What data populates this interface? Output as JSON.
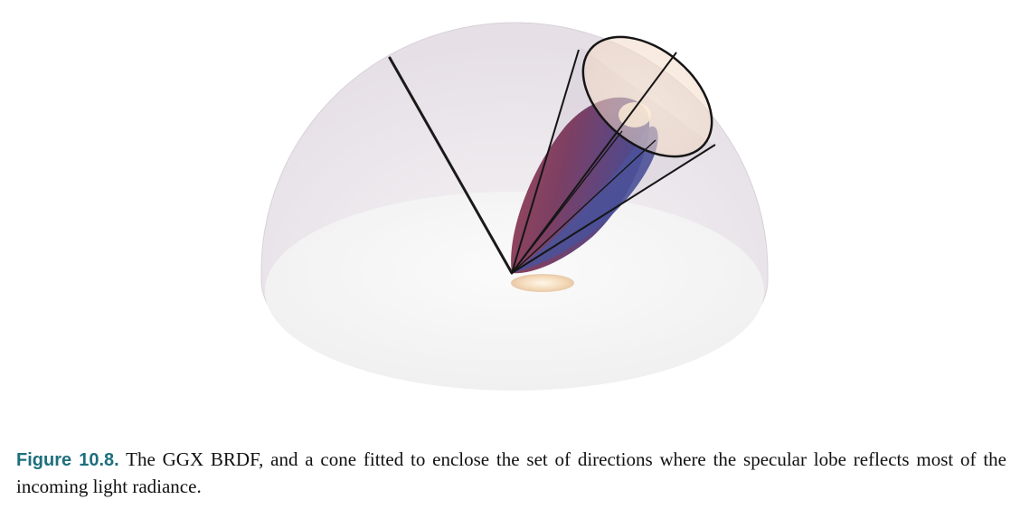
{
  "caption": {
    "label": "Figure 10.8.",
    "text": " The GGX BRDF, and a cone fitted to enclose the set of directions where the specular lobe reflects most of the incoming light radiance."
  },
  "colors": {
    "caption_label": "#1d6f7e",
    "hemisphere_fill": "#ece8ec",
    "lobe_red": "#8e3f55",
    "lobe_blue": "#4d4f94"
  },
  "icons": [
    "hemisphere",
    "incoming-light-ray",
    "specular-lobe",
    "enclosing-cone"
  ]
}
